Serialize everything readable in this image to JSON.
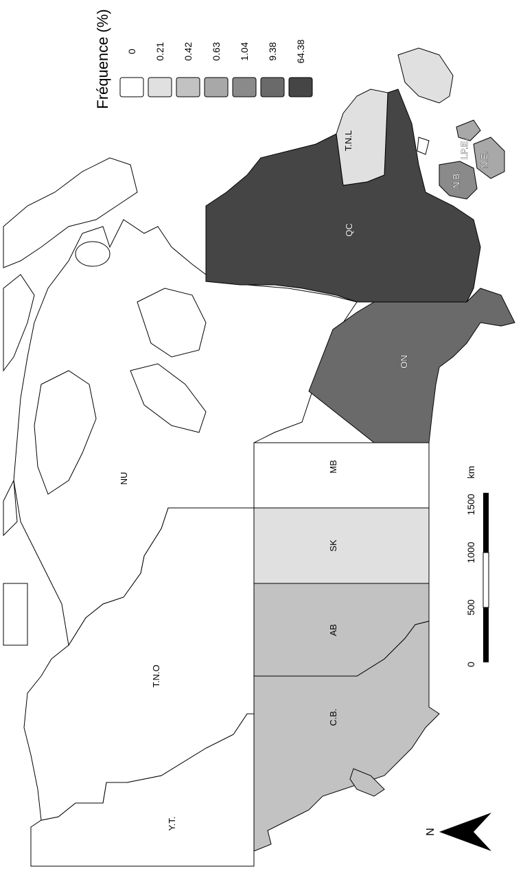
{
  "legend": {
    "title": "Fréquence (%)",
    "entries": [
      {
        "label": "0",
        "color": "#ffffff"
      },
      {
        "label": "0.21",
        "color": "#e0e0e0"
      },
      {
        "label": "0.42",
        "color": "#c2c2c2"
      },
      {
        "label": "0.63",
        "color": "#a8a8a8"
      },
      {
        "label": "1.04",
        "color": "#8a8a8a"
      },
      {
        "label": "9.38",
        "color": "#6a6a6a"
      },
      {
        "label": "64.38",
        "color": "#454545"
      }
    ]
  },
  "provinces": {
    "yt": {
      "label": "Y.T.",
      "color": "#ffffff"
    },
    "tno": {
      "label": "T.N.O",
      "color": "#ffffff"
    },
    "nu": {
      "label": "NU",
      "color": "#ffffff"
    },
    "cb": {
      "label": "C.B.",
      "color": "#c2c2c2"
    },
    "ab": {
      "label": "AB",
      "color": "#c2c2c2"
    },
    "sk": {
      "label": "SK",
      "color": "#e0e0e0"
    },
    "mb": {
      "label": "MB",
      "color": "#ffffff"
    },
    "on": {
      "label": "ON",
      "color": "#6a6a6a"
    },
    "qc": {
      "label": "QC",
      "color": "#454545"
    },
    "tnl": {
      "label": "T.N.L",
      "color": "#e0e0e0"
    },
    "nb": {
      "label": "N.B.",
      "color": "#8a8a8a"
    },
    "ipe": {
      "label": "I.P.E.",
      "color": "#a8a8a8"
    },
    "ne": {
      "label": "N.E.",
      "color": "#a8a8a8"
    }
  },
  "scale": {
    "ticks": [
      "0",
      "500",
      "1000",
      "1500"
    ],
    "unit": "km"
  },
  "north_label": "N"
}
